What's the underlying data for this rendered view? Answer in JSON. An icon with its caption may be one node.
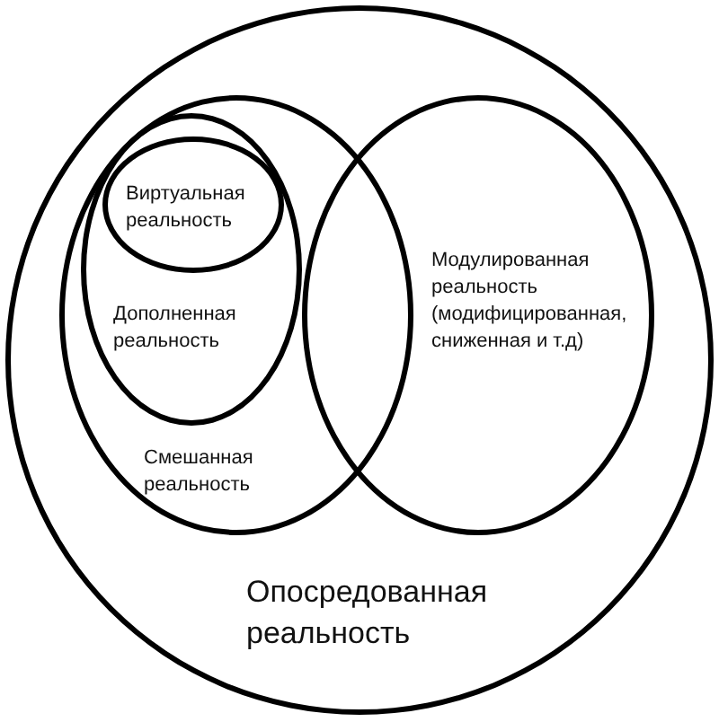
{
  "diagram": {
    "nodes": [
      {
        "text": [
          "Опосредованная реальность"
        ]
      },
      {
        "text": [
          "Смешанная реальность"
        ],
        "in": 0
      },
      {
        "text": [
          "Дополненная реальность"
        ],
        "in": 1
      },
      {
        "text": [
          "Виртуальная реальность"
        ],
        "in": 2
      },
      {
        "text": [
          "Модулированная реальность (модифицированная, сниженная и т.д)"
        ],
        "in": 0
      }
    ],
    "edges": []
  }
}
